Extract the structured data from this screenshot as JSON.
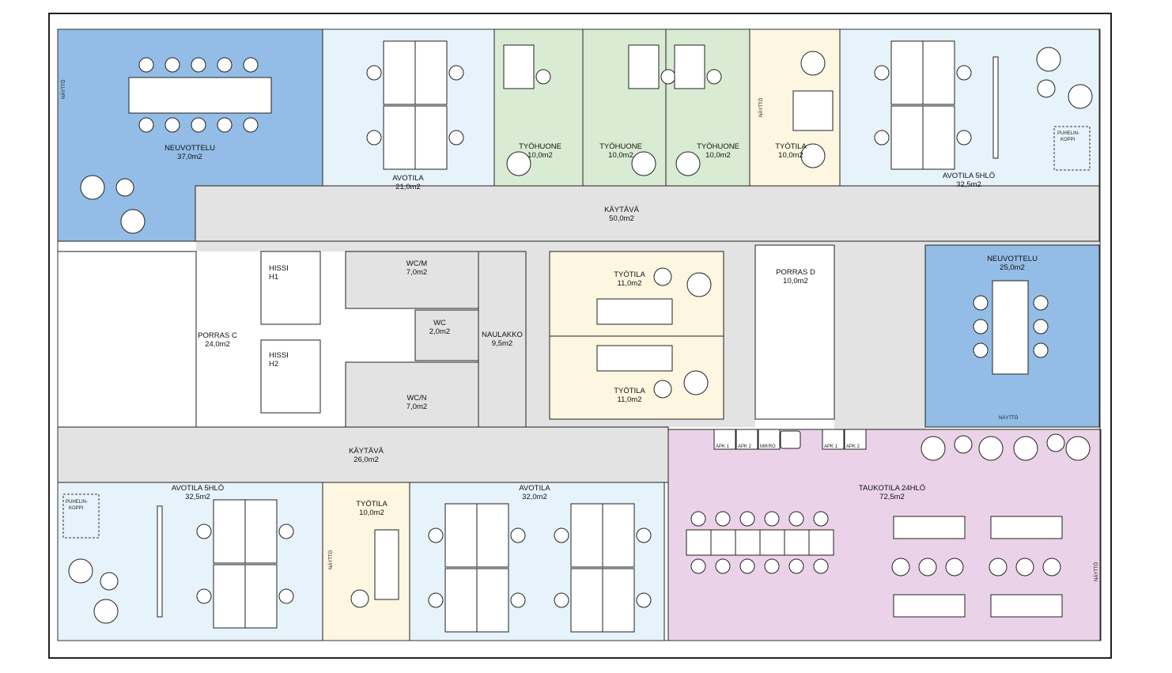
{
  "colors": {
    "meeting": "#93bde6",
    "open_office": "#e6f3fb",
    "work_room": "#d9ecd3",
    "work_space": "#fdf6e0",
    "corridor": "#e3e3e3",
    "break_room": "#ead3e8",
    "stairs": "#ffffff"
  },
  "rooms": [
    {
      "id": "neuvottelu37",
      "name": "NEUVOTTELU",
      "area": "37,0m2",
      "type": "meeting"
    },
    {
      "id": "avotila21",
      "name": "AVOTILA",
      "area": "21,0m2",
      "type": "open_office"
    },
    {
      "id": "tyohuone1",
      "name": "TYÖHUONE",
      "area": "10,0m2",
      "type": "work_room"
    },
    {
      "id": "tyohuone2",
      "name": "TYÖHUONE",
      "area": "10,0m2",
      "type": "work_room"
    },
    {
      "id": "tyohuone3",
      "name": "TYÖHUONE",
      "area": "10,0m2",
      "type": "work_room"
    },
    {
      "id": "tyotila10a",
      "name": "TYÖTILA",
      "area": "10,0m2",
      "type": "work_space"
    },
    {
      "id": "avotila5a",
      "name": "AVOTILA  5HLÖ",
      "area": "32,5m2",
      "type": "open_office"
    },
    {
      "id": "kaytava50",
      "name": "KÄYTÄVÄ",
      "area": "50,0m2",
      "type": "corridor"
    },
    {
      "id": "porrasC",
      "name": "PORRAS  C",
      "area": "24,0m2",
      "type": "stairs"
    },
    {
      "id": "hissi1",
      "name": "HISSI",
      "area": "H1",
      "type": "stairs"
    },
    {
      "id": "hissi2",
      "name": "HISSI",
      "area": "H2",
      "type": "stairs"
    },
    {
      "id": "wcm",
      "name": "WC/M",
      "area": "7,0m2",
      "type": "corridor"
    },
    {
      "id": "wc",
      "name": "WC",
      "area": "2,0m2",
      "type": "corridor"
    },
    {
      "id": "wcn",
      "name": "WC/N",
      "area": "7,0m2",
      "type": "corridor"
    },
    {
      "id": "naulakko",
      "name": "NAULAKKO",
      "area": "9,5m2",
      "type": "corridor"
    },
    {
      "id": "tyotila11a",
      "name": "TYÖTILA",
      "area": "11,0m2",
      "type": "work_space"
    },
    {
      "id": "tyotila11b",
      "name": "TYÖTILA",
      "area": "11,0m2",
      "type": "work_space"
    },
    {
      "id": "porrasD",
      "name": "PORRAS  D",
      "area": "10,0m2",
      "type": "stairs"
    },
    {
      "id": "neuvottelu25",
      "name": "NEUVOTTELU",
      "area": "25,0m2",
      "type": "meeting"
    },
    {
      "id": "kaytava26",
      "name": "KÄYTÄVÄ",
      "area": "26,0m2",
      "type": "corridor"
    },
    {
      "id": "avotila5b",
      "name": "AVOTILA  5HLÖ",
      "area": "32,5m2",
      "type": "open_office"
    },
    {
      "id": "tyotila10b",
      "name": "TYÖTILA",
      "area": "10,0m2",
      "type": "work_space"
    },
    {
      "id": "avotila32",
      "name": "AVOTILA",
      "area": "32,0m2",
      "type": "open_office"
    },
    {
      "id": "taukotila",
      "name": "TAUKOTILA 24HLÖ",
      "area": "72,5m2",
      "type": "break_room"
    }
  ],
  "annotations": {
    "phone_booth_line1": "PUHELIN-",
    "phone_booth_line2": "KOPPI",
    "display": "NÄYTTÖ",
    "kitchen": [
      "APK 1",
      "APK 2",
      "MIKRO",
      "APK 1",
      "APK 2"
    ]
  }
}
